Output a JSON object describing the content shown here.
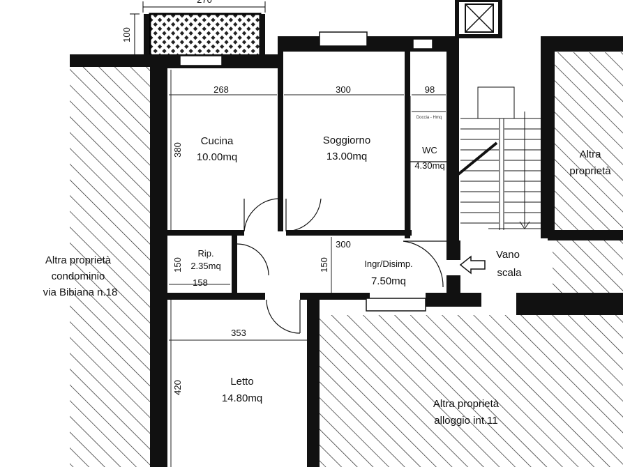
{
  "rooms": {
    "cucina": {
      "name": "Cucina",
      "area": "10.00mq"
    },
    "soggiorno": {
      "name": "Soggiorno",
      "area": "13.00mq"
    },
    "wc": {
      "name": "WC",
      "area": "4.30mq"
    },
    "ripostiglio": {
      "name": "Rip.",
      "area": "2.35mq"
    },
    "ingresso": {
      "name": "Ingr/Disimp.",
      "area": "7.50mq"
    },
    "vano_scala": {
      "line1": "Vano",
      "line2": "scala"
    },
    "letto": {
      "name": "Letto",
      "area": "14.80mq"
    },
    "balcone": {
      "name": "",
      "area": ""
    }
  },
  "neighbors": {
    "left": {
      "line1": "Altra proprietà",
      "line2": "condominio",
      "line3": "via Bibiana n.18"
    },
    "right": {
      "line1": "Altra",
      "line2": "proprietà"
    },
    "bottom": {
      "line1": "Altra proprietà",
      "line2": "alloggio int.11"
    }
  },
  "dimensions": {
    "cucina_width": "268",
    "soggiorno_width": "300",
    "wc_width": "98",
    "cucina_height": "380",
    "rip_height": "150",
    "rip_width": "158",
    "ingresso_width": "300",
    "ingresso_height": "150",
    "letto_width": "353",
    "letto_height": "420",
    "balcony_depth": "100",
    "balcony_width": "270"
  },
  "notes": {
    "wc_window": "Doccia - Hmq"
  },
  "colors": {
    "wall": "#111111",
    "hatch": "#222222",
    "line": "#000000"
  }
}
